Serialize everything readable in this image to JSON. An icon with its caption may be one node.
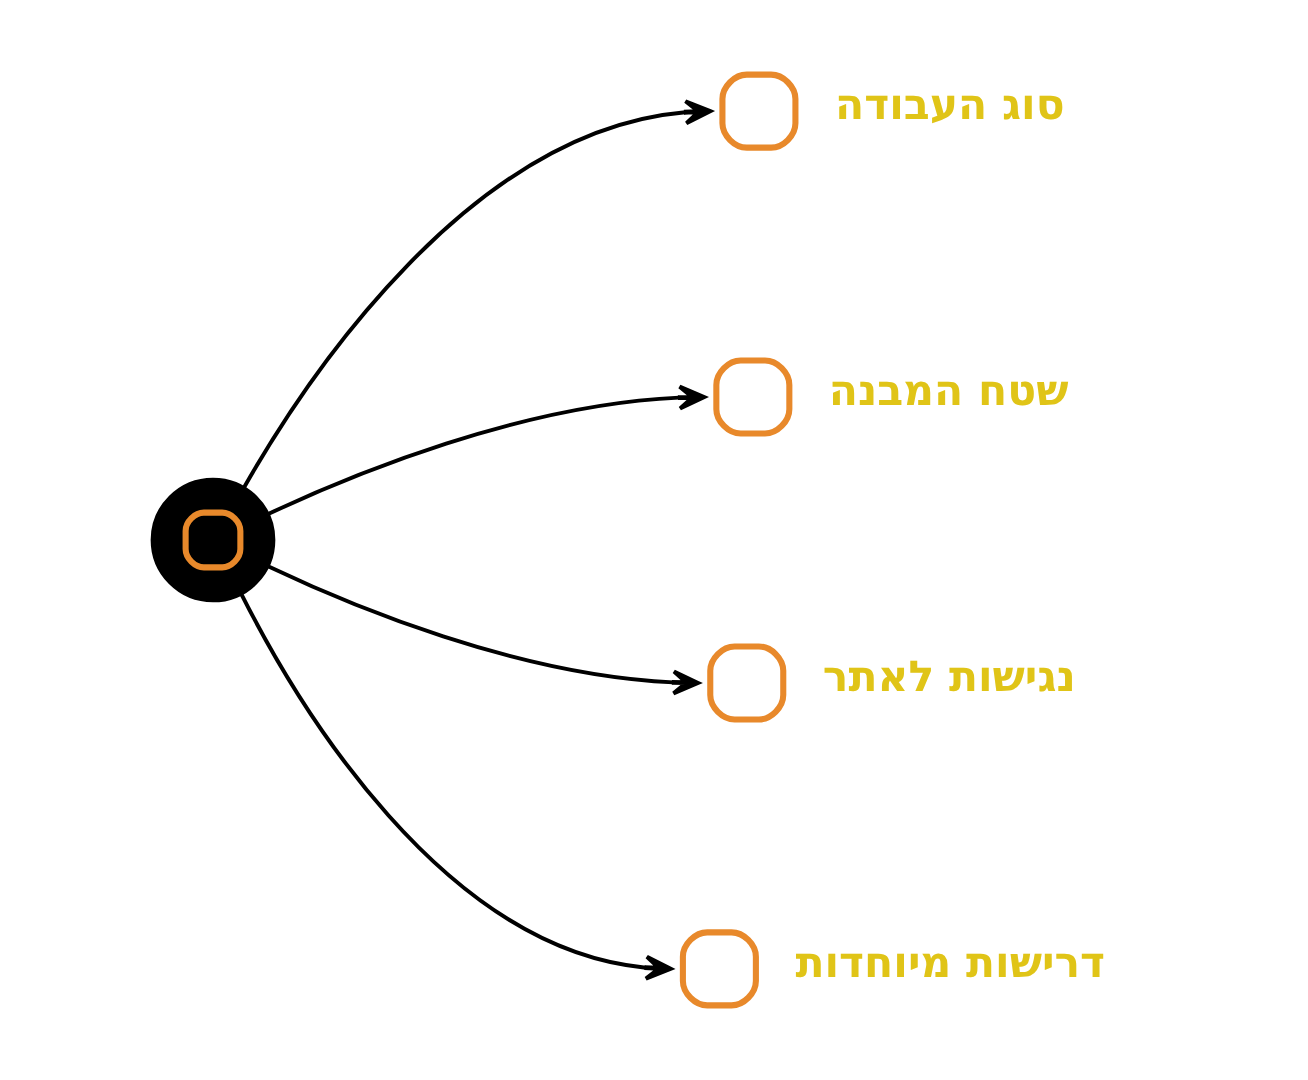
{
  "diagram": {
    "nodes": [
      {
        "text": [],
        "shape": "circle"
      },
      {
        "text": [],
        "shape": "picture",
        "beside": [
          "סוג העבודה"
        ]
      },
      {
        "text": [],
        "shape": "picture",
        "beside": [
          "שטח המבנה"
        ]
      },
      {
        "text": [],
        "shape": "picture",
        "beside": [
          "נגישות לאתר"
        ]
      },
      {
        "text": [],
        "shape": "picture",
        "beside": [
          "דרישות מיוחדות"
        ]
      }
    ],
    "edges": [
      {
        "from": 0,
        "to": 1,
        "arrow": "to"
      },
      {
        "from": 0,
        "to": 2,
        "arrow": "to"
      },
      {
        "from": 0,
        "to": 3,
        "arrow": "to"
      },
      {
        "from": 0,
        "to": 4,
        "arrow": "to"
      }
    ]
  }
}
